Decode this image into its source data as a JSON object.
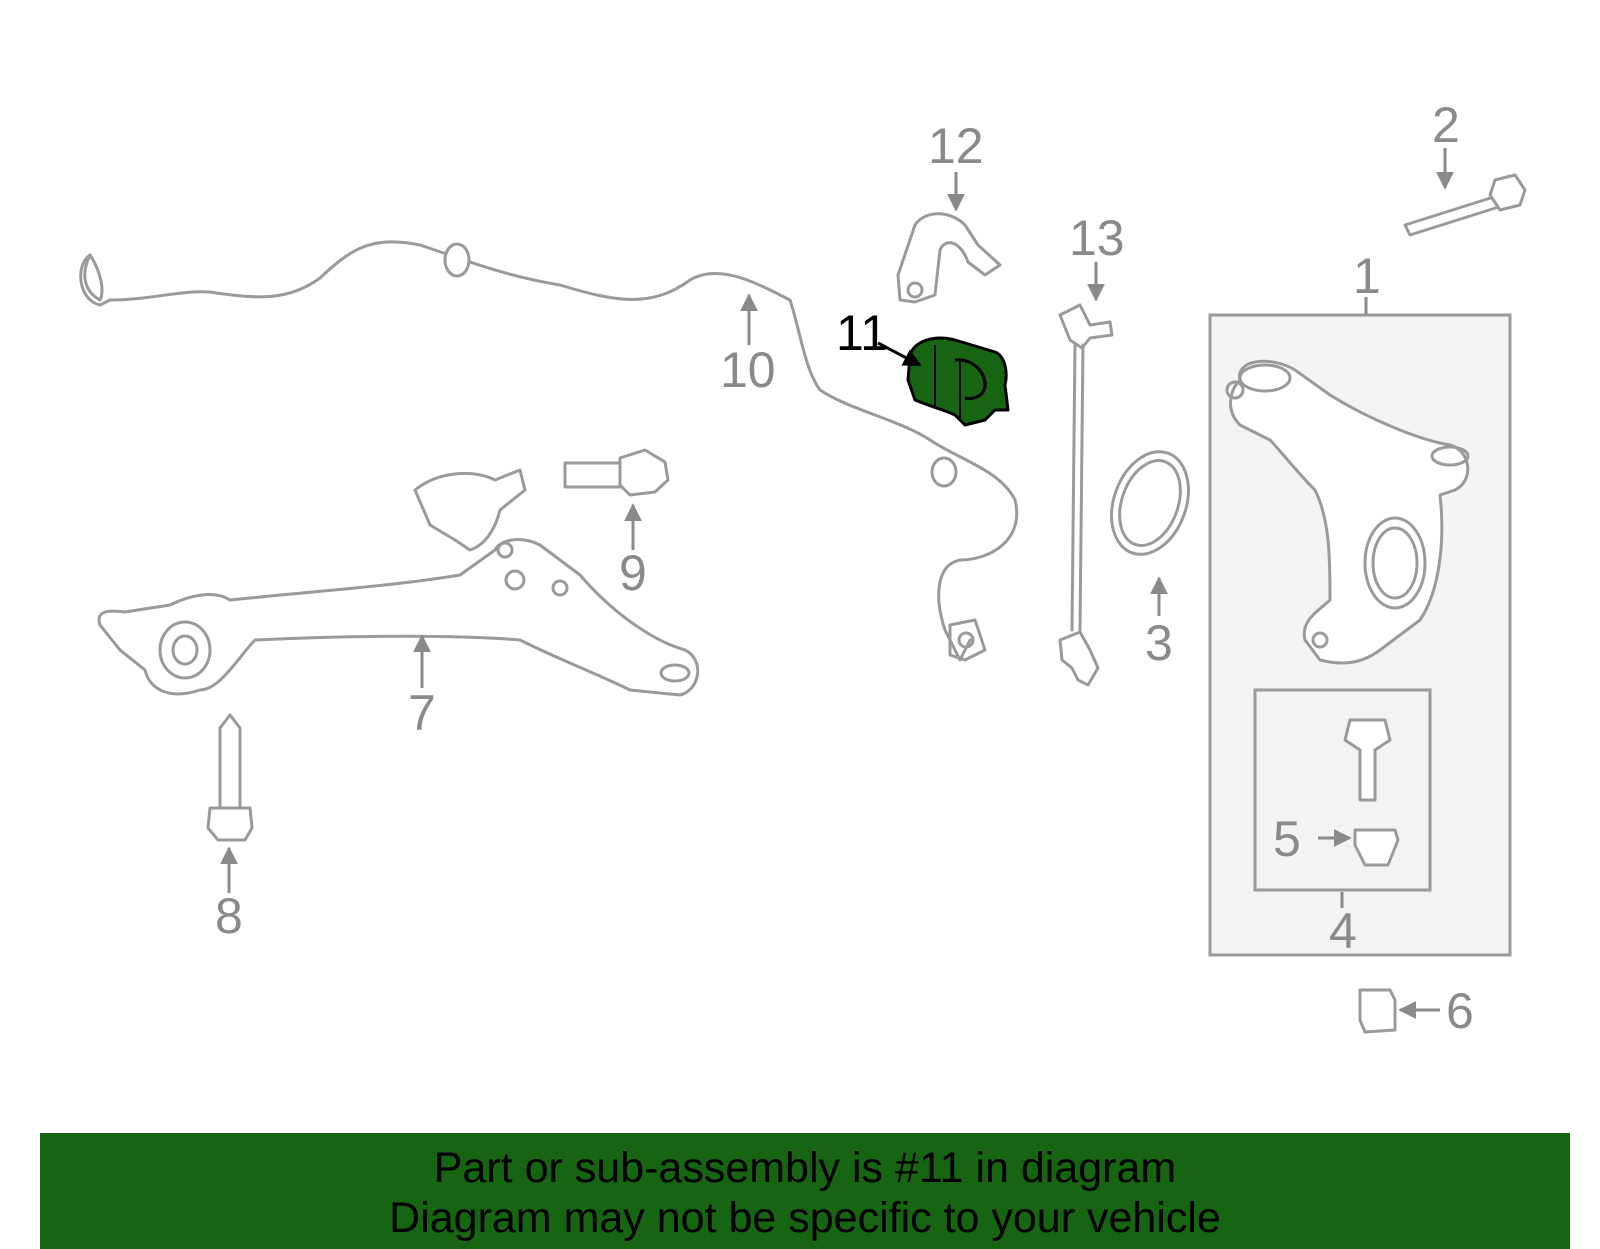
{
  "callouts": [
    "1",
    "2",
    "3",
    "4",
    "5",
    "6",
    "7",
    "8",
    "9",
    "10",
    "11",
    "12",
    "13"
  ],
  "selected_part": "11",
  "colors": {
    "highlight": "#176512",
    "line": "#9a9a9a",
    "banner": "#176512"
  },
  "banner": {
    "line1": "Part or sub-assembly is #11 in diagram",
    "line2": "Diagram may not be specific to your vehicle"
  }
}
